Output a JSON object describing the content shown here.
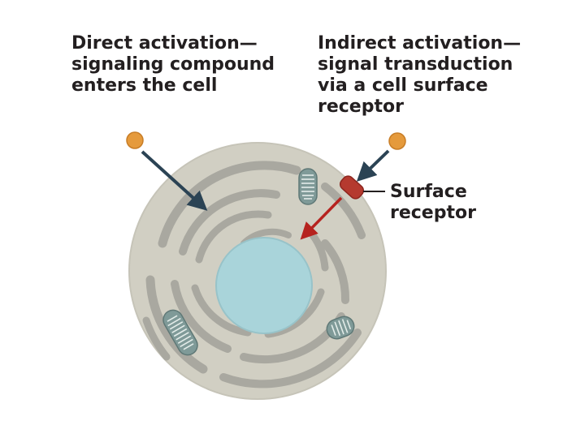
{
  "labels": {
    "direct": [
      "Direct activation—",
      "signaling compound",
      "enters the cell"
    ],
    "indirect": [
      "Indirect activation—",
      "signal transduction",
      "via a cell surface",
      "receptor"
    ],
    "receptor": [
      "Surface",
      "receptor"
    ]
  },
  "colors": {
    "cytoplasm": "#d1cfc3",
    "membrane_stroke": "#c9c7bb",
    "er_bands": "#a9a8a0",
    "nucleus": "#a9d4da",
    "mitochondrion_fill": "#7f9a98",
    "mitochondrion_cristae": "#e3ece9",
    "signal_ball": "#e59a3c",
    "direct_arrow": "#2b4354",
    "indirect_signal_arrow": "#2b4354",
    "transduction_arrow": "#b6231f",
    "receptor": "#b53a2f",
    "leader_line": "#231f20"
  }
}
